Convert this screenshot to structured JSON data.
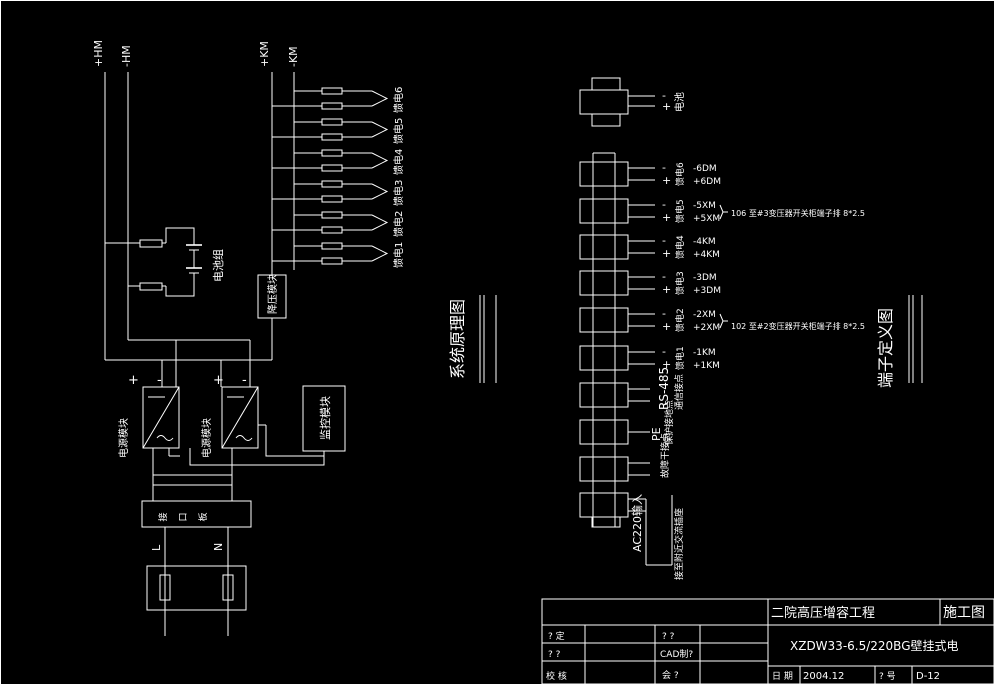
{
  "bus_labels": {
    "pos_hm": "+HM",
    "neg_hm": "-HM",
    "pos_km": "+KM",
    "neg_km": "-KM"
  },
  "feeders": [
    "馈电1",
    "馈电2",
    "馈电3",
    "馈电4",
    "馈电5",
    "馈电6"
  ],
  "battery_group_label": "电池组",
  "regulator_label": "降压模块",
  "power_module_label": "电源模块",
  "monitor_label": "监控模块",
  "interface_board": [
    "接",
    "口",
    "板"
  ],
  "ac_labels": {
    "l": "L",
    "n": "N"
  },
  "schematic_title": "系统原理图",
  "terminal_title": "端子定义图",
  "battery_terminal": {
    "minus": "-",
    "plus": "+",
    "name": "电池"
  },
  "terminal_groups": [
    {
      "minus": "-",
      "plus": "+",
      "name": "馈电6",
      "codes": [
        "-6DM",
        "+6DM"
      ]
    },
    {
      "minus": "-",
      "plus": "+",
      "name": "馈电5",
      "codes": [
        "-5XM",
        "+5XM"
      ],
      "note": "106  至#3变压器开关柜端子排  8*2.5"
    },
    {
      "minus": "-",
      "plus": "+",
      "name": "馈电4",
      "codes": [
        "-4KM",
        "+4KM"
      ]
    },
    {
      "minus": "-",
      "plus": "+",
      "name": "馈电3",
      "codes": [
        "-3DM",
        "+3DM"
      ]
    },
    {
      "minus": "-",
      "plus": "+",
      "name": "馈电2",
      "codes": [
        "-2XM",
        "+2XM"
      ],
      "note": "102  至#2变压器开关柜端子排  8*2.5"
    },
    {
      "minus": "-",
      "plus": "+",
      "name": "馈电1",
      "codes": [
        "-1KM",
        "+1KM"
      ]
    }
  ],
  "rs485": {
    "label": "RS-485",
    "desc": "通信接点"
  },
  "pe": {
    "label": "PE",
    "desc": "保护接地点"
  },
  "fault": {
    "desc": "故障干接点"
  },
  "ac_input": {
    "label": "AC220输入",
    "desc": "接至附近交流插座"
  },
  "title_block": {
    "project": "二院高压增容工程",
    "stage": "施工图",
    "model": "XZDW33-6.5/220BG壁挂式电",
    "rows": [
      [
        "? 定",
        "",
        "? ?",
        ""
      ],
      [
        "? ?",
        "",
        "CAD制?",
        ""
      ],
      [
        "校 核",
        "",
        "会 ?",
        ""
      ]
    ],
    "date_label": "日 期",
    "date_value": "2004.12",
    "number_label": "? 号",
    "number_value": "D-12"
  }
}
